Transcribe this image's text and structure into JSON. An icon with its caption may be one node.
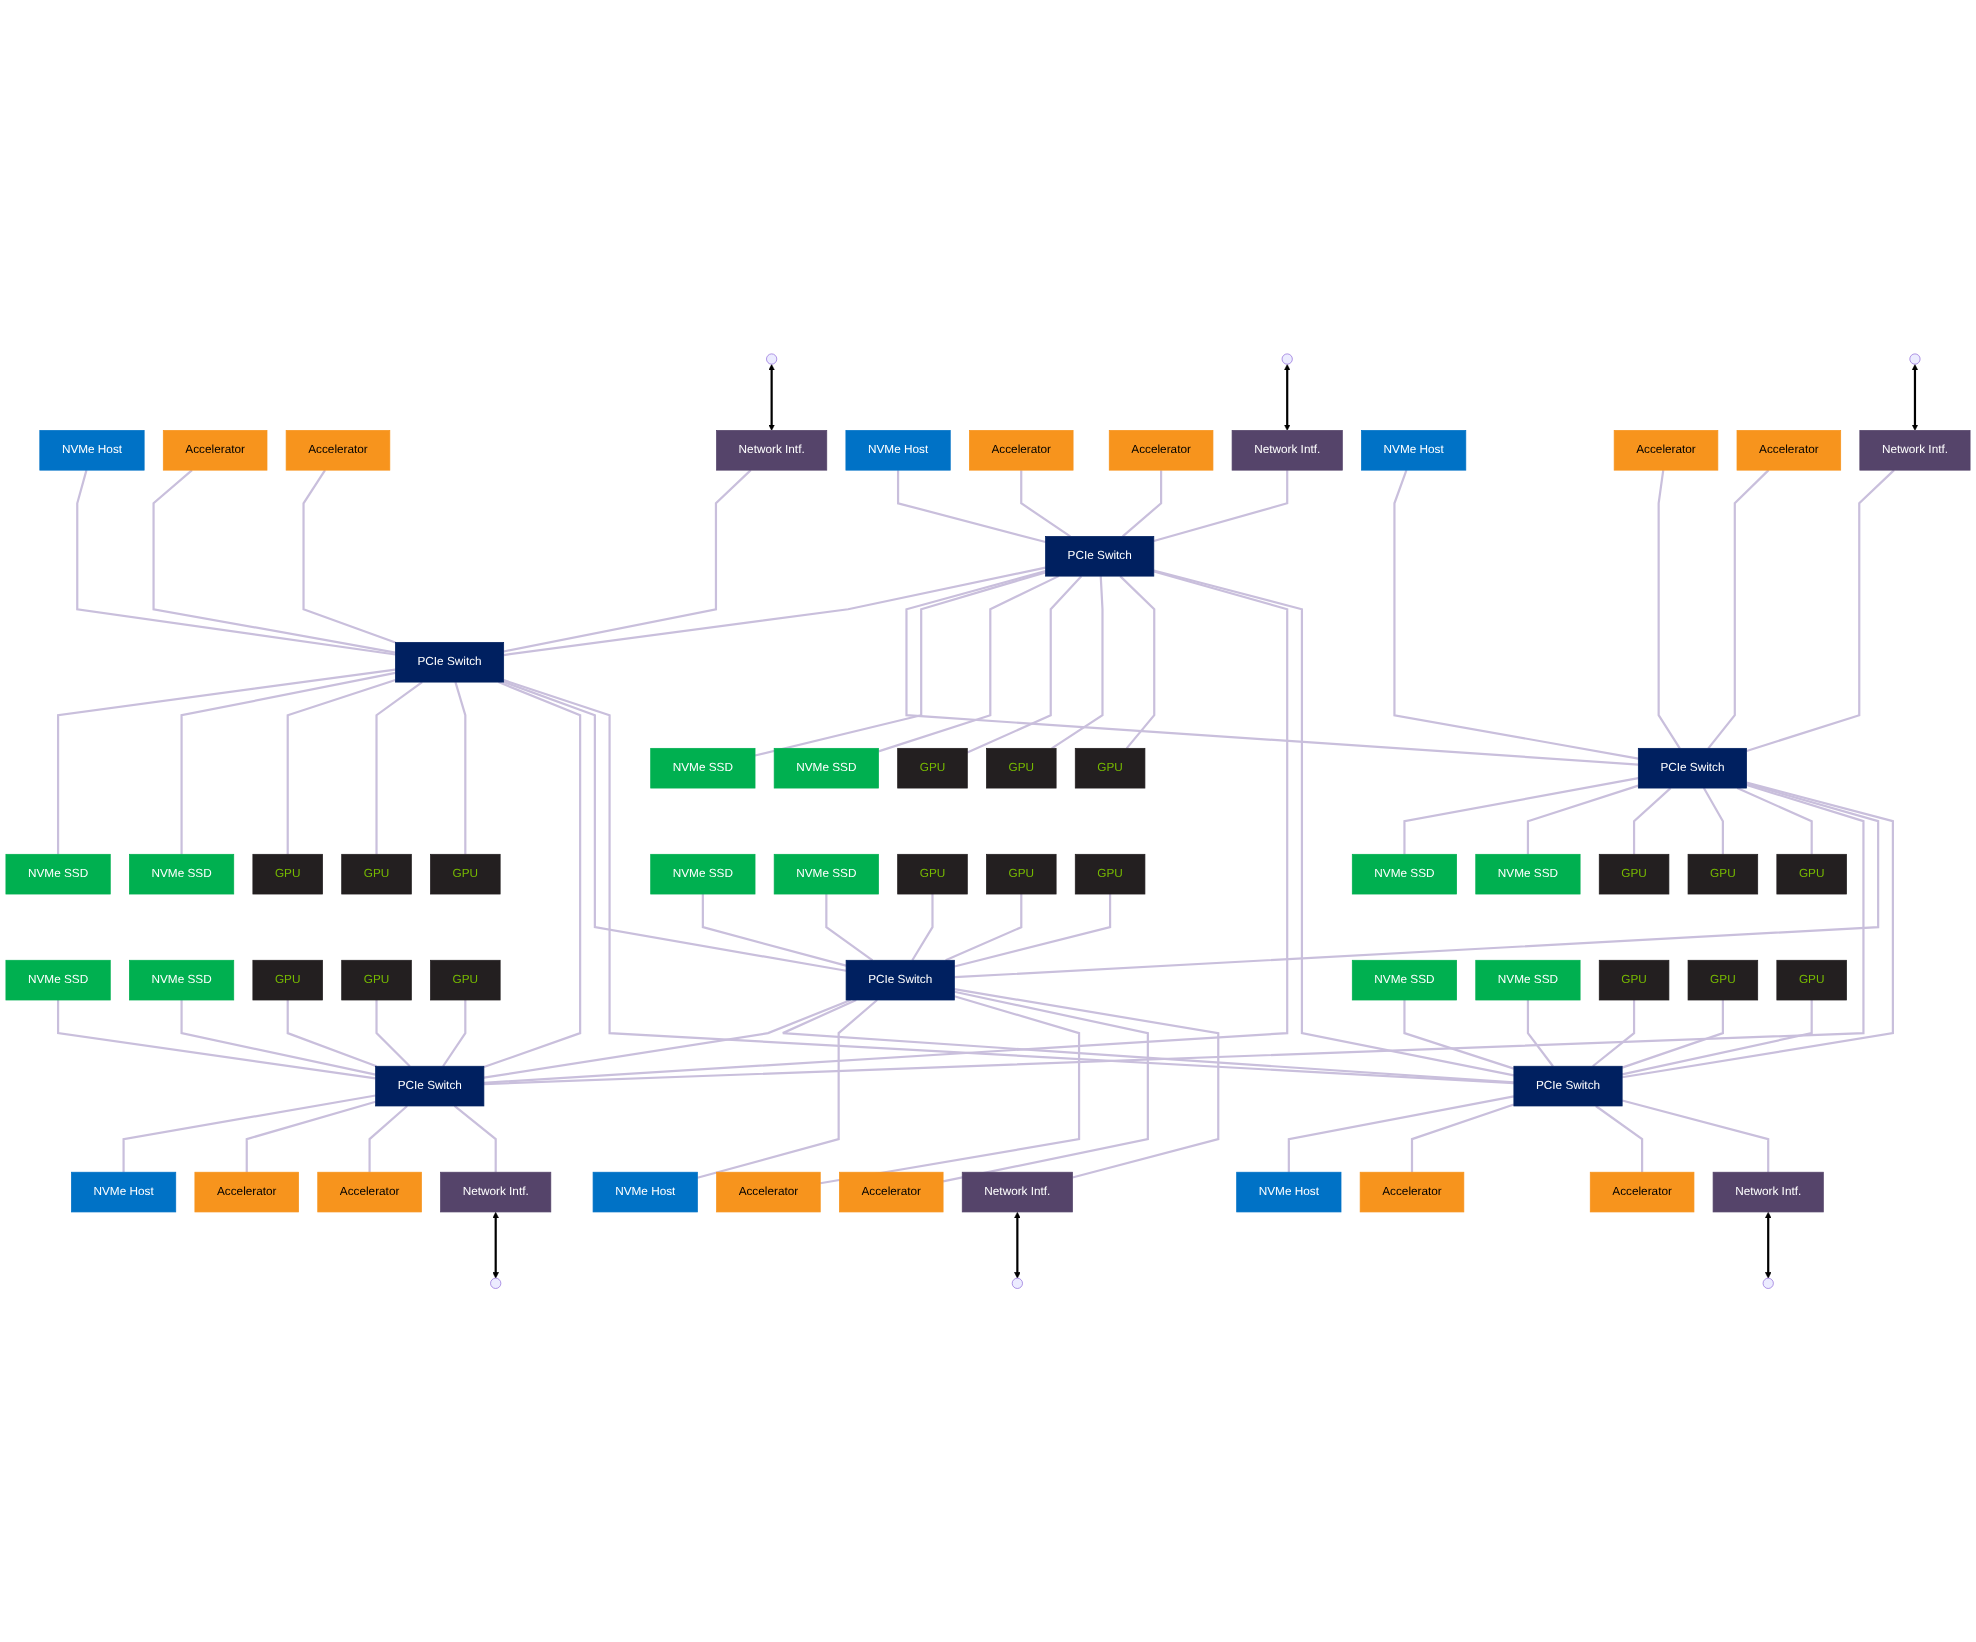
{
  "diagram": {
    "nodes": [
      {
        "text": [
          "NVMe Host"
        ]
      },
      {
        "text": [
          "Accelerator"
        ]
      },
      {
        "text": [
          "Accelerator"
        ]
      },
      {
        "text": [
          "Network Intf."
        ]
      },
      {
        "text": [
          "NVMe Host"
        ]
      },
      {
        "text": [
          "Accelerator"
        ]
      },
      {
        "text": [
          "Accelerator"
        ]
      },
      {
        "text": [
          "Network Intf."
        ]
      },
      {
        "text": [
          "NVMe Host"
        ]
      },
      {
        "text": [
          "Accelerator"
        ]
      },
      {
        "text": [
          "Accelerator"
        ]
      },
      {
        "text": [
          "Network Intf."
        ]
      },
      {
        "text": [
          "PCIe Switch"
        ]
      },
      {
        "text": [
          "PCIe Switch"
        ]
      },
      {
        "text": [
          "PCIe Switch"
        ]
      },
      {
        "text": [
          "NVMe SSD"
        ]
      },
      {
        "text": [
          "NVMe SSD"
        ]
      },
      {
        "text": [
          "GPU"
        ]
      },
      {
        "text": [
          "GPU"
        ]
      },
      {
        "text": [
          "GPU"
        ]
      },
      {
        "text": [
          "NVMe SSD"
        ]
      },
      {
        "text": [
          "NVMe SSD"
        ]
      },
      {
        "text": [
          "GPU"
        ]
      },
      {
        "text": [
          "GPU"
        ]
      },
      {
        "text": [
          "GPU"
        ]
      },
      {
        "text": [
          "NVMe SSD"
        ]
      },
      {
        "text": [
          "NVMe SSD"
        ]
      },
      {
        "text": [
          "GPU"
        ]
      },
      {
        "text": [
          "GPU"
        ]
      },
      {
        "text": [
          "GPU"
        ]
      },
      {
        "text": [
          "NVMe SSD"
        ]
      },
      {
        "text": [
          "NVMe SSD"
        ]
      },
      {
        "text": [
          "GPU"
        ]
      },
      {
        "text": [
          "GPU"
        ]
      },
      {
        "text": [
          "GPU"
        ]
      },
      {
        "text": [
          "NVMe SSD"
        ]
      },
      {
        "text": [
          "NVMe SSD"
        ]
      },
      {
        "text": [
          "GPU"
        ]
      },
      {
        "text": [
          "GPU"
        ]
      },
      {
        "text": [
          "GPU"
        ]
      },
      {
        "text": [
          "NVMe SSD"
        ]
      },
      {
        "text": [
          "NVMe SSD"
        ]
      },
      {
        "text": [
          "GPU"
        ]
      },
      {
        "text": [
          "GPU"
        ]
      },
      {
        "text": [
          "GPU"
        ]
      },
      {
        "text": [
          "PCIe Switch"
        ]
      },
      {
        "text": [
          "PCIe Switch"
        ]
      },
      {
        "text": [
          "PCIe Switch"
        ]
      },
      {
        "text": [
          "NVMe Host"
        ]
      },
      {
        "text": [
          "Accelerator"
        ]
      },
      {
        "text": [
          "Accelerator"
        ]
      },
      {
        "text": [
          "Network Intf."
        ]
      },
      {
        "text": [
          "NVMe Host"
        ]
      },
      {
        "text": [
          "Accelerator"
        ]
      },
      {
        "text": [
          "Accelerator"
        ]
      },
      {
        "text": [
          "Network Intf."
        ]
      },
      {
        "text": [
          "NVMe Host"
        ]
      },
      {
        "text": [
          "Accelerator"
        ]
      },
      {
        "text": [
          "Accelerator"
        ]
      },
      {
        "text": [
          "Network Intf."
        ]
      }
    ],
    "edges": [
      {
        "from": null,
        "to": 3,
        "arrow": "both",
        "color": "#000000"
      },
      {
        "from": null,
        "to": 7,
        "arrow": "both",
        "color": "#000000"
      },
      {
        "from": null,
        "to": 11,
        "arrow": "both",
        "color": "#000000"
      },
      {
        "from": 0,
        "to": 12,
        "arrow": "none"
      },
      {
        "from": 1,
        "to": 12,
        "arrow": "none"
      },
      {
        "from": 2,
        "to": 12,
        "arrow": "none"
      },
      {
        "from": 3,
        "to": 12,
        "arrow": "none"
      },
      {
        "from": 4,
        "to": 13,
        "arrow": "none"
      },
      {
        "from": 5,
        "to": 13,
        "arrow": "none"
      },
      {
        "from": 6,
        "to": 13,
        "arrow": "none"
      },
      {
        "from": 7,
        "to": 13,
        "arrow": "none"
      },
      {
        "from": 8,
        "to": 14,
        "arrow": "none"
      },
      {
        "from": 9,
        "to": 14,
        "arrow": "none"
      },
      {
        "from": 10,
        "to": 14,
        "arrow": "none"
      },
      {
        "from": 11,
        "to": 14,
        "arrow": "none"
      },
      {
        "from": 13,
        "to": 12,
        "arrow": "none"
      },
      {
        "from": 13,
        "to": 14,
        "arrow": "none"
      },
      {
        "from": 12,
        "to": 15,
        "arrow": "none"
      },
      {
        "from": 12,
        "to": 16,
        "arrow": "none"
      },
      {
        "from": 12,
        "to": 17,
        "arrow": "none"
      },
      {
        "from": 12,
        "to": 18,
        "arrow": "none"
      },
      {
        "from": 12,
        "to": 19,
        "arrow": "none"
      },
      {
        "from": 13,
        "to": 20,
        "arrow": "none"
      },
      {
        "from": 13,
        "to": 21,
        "arrow": "none"
      },
      {
        "from": 13,
        "to": 22,
        "arrow": "none"
      },
      {
        "from": 13,
        "to": 23,
        "arrow": "none"
      },
      {
        "from": 13,
        "to": 24,
        "arrow": "none"
      },
      {
        "from": 14,
        "to": 25,
        "arrow": "none"
      },
      {
        "from": 14,
        "to": 26,
        "arrow": "none"
      },
      {
        "from": 14,
        "to": 27,
        "arrow": "none"
      },
      {
        "from": 14,
        "to": 28,
        "arrow": "none"
      },
      {
        "from": 14,
        "to": 29,
        "arrow": "none"
      },
      {
        "from": 12,
        "to": 45,
        "arrow": "none"
      },
      {
        "from": 12,
        "to": 46,
        "arrow": "none"
      },
      {
        "from": 12,
        "to": 47,
        "arrow": "none"
      },
      {
        "from": 13,
        "to": 45,
        "arrow": "none"
      },
      {
        "from": 13,
        "to": 47,
        "arrow": "none"
      },
      {
        "from": 14,
        "to": 45,
        "arrow": "none"
      },
      {
        "from": 14,
        "to": 46,
        "arrow": "none"
      },
      {
        "from": 14,
        "to": 47,
        "arrow": "none"
      },
      {
        "from": 30,
        "to": 45,
        "arrow": "none"
      },
      {
        "from": 31,
        "to": 45,
        "arrow": "none"
      },
      {
        "from": 32,
        "to": 45,
        "arrow": "none"
      },
      {
        "from": 33,
        "to": 45,
        "arrow": "none"
      },
      {
        "from": 34,
        "to": 45,
        "arrow": "none"
      },
      {
        "from": 35,
        "to": 46,
        "arrow": "none"
      },
      {
        "from": 36,
        "to": 46,
        "arrow": "none"
      },
      {
        "from": 37,
        "to": 46,
        "arrow": "none"
      },
      {
        "from": 38,
        "to": 46,
        "arrow": "none"
      },
      {
        "from": 39,
        "to": 46,
        "arrow": "none"
      },
      {
        "from": 40,
        "to": 47,
        "arrow": "none"
      },
      {
        "from": 41,
        "to": 47,
        "arrow": "none"
      },
      {
        "from": 42,
        "to": 47,
        "arrow": "none"
      },
      {
        "from": 43,
        "to": 47,
        "arrow": "none"
      },
      {
        "from": 44,
        "to": 47,
        "arrow": "none"
      },
      {
        "from": 46,
        "to": 45,
        "arrow": "none"
      },
      {
        "from": 46,
        "to": 47,
        "arrow": "none"
      },
      {
        "from": 45,
        "to": 48,
        "arrow": "none"
      },
      {
        "from": 45,
        "to": 49,
        "arrow": "none"
      },
      {
        "from": 45,
        "to": 50,
        "arrow": "none"
      },
      {
        "from": 45,
        "to": 51,
        "arrow": "none"
      },
      {
        "from": 46,
        "to": 52,
        "arrow": "none"
      },
      {
        "from": 46,
        "to": 53,
        "arrow": "none"
      },
      {
        "from": 46,
        "to": 54,
        "arrow": "none"
      },
      {
        "from": 46,
        "to": 55,
        "arrow": "none"
      },
      {
        "from": 47,
        "to": 56,
        "arrow": "none"
      },
      {
        "from": 47,
        "to": 57,
        "arrow": "none"
      },
      {
        "from": 47,
        "to": 58,
        "arrow": "none"
      },
      {
        "from": 47,
        "to": 59,
        "arrow": "none"
      },
      {
        "from": 51,
        "to": null,
        "arrow": "both",
        "color": "#000000"
      },
      {
        "from": 55,
        "to": null,
        "arrow": "both",
        "color": "#000000"
      },
      {
        "from": 59,
        "to": null,
        "arrow": "both",
        "color": "#000000"
      }
    ]
  }
}
